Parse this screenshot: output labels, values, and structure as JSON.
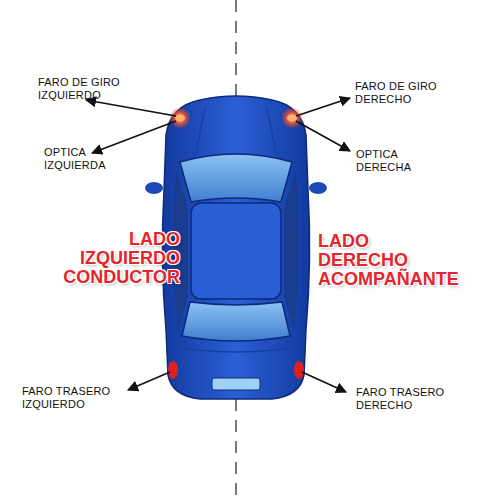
{
  "diagram": {
    "labels": [
      "FARO DE GIRO IZQUIERDO",
      "FARO DE GIRO DERECHO",
      "OPTICA IZQUIERDA",
      "OPTICA DERECHA",
      "LADO IZQUIERDO CONDUCTOR",
      "LADO DERECHO ACOMPAÑANTE",
      "FARO TRASERO IZQUIERDO",
      "FARO TRASERO DERECHO"
    ]
  }
}
